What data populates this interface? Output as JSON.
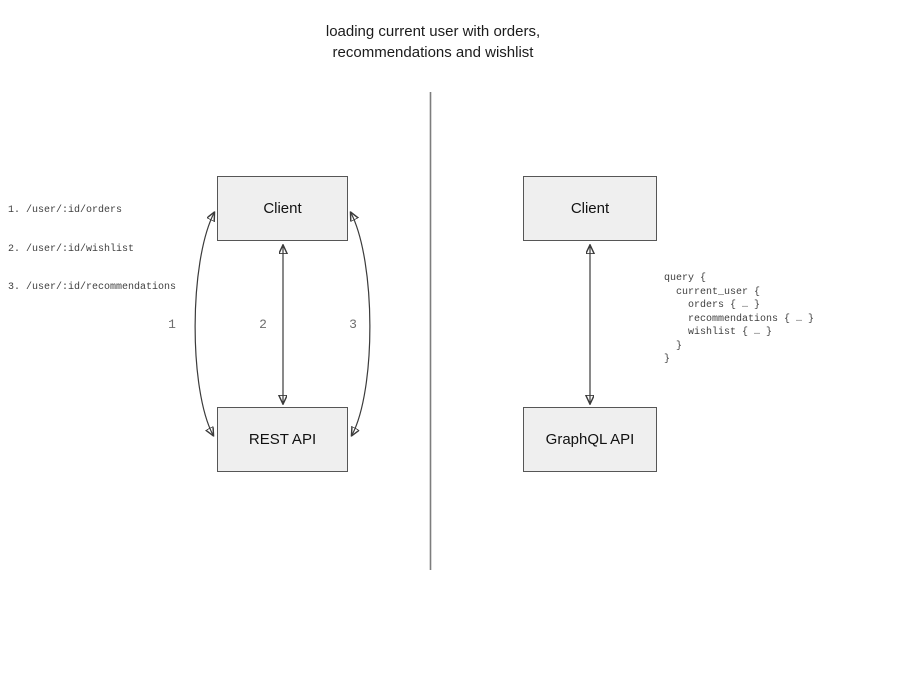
{
  "title": "loading current user with orders,\nrecommendations and wishlist",
  "left_panel": {
    "endpoints": [
      "1. /user/:id/orders",
      "2. /user/:id/wishlist",
      "3. /user/:id/recommendations"
    ],
    "client_label": "Client",
    "api_label": "REST API",
    "arrow_labels": [
      "1",
      "2",
      "3"
    ]
  },
  "right_panel": {
    "client_label": "Client",
    "api_label": "GraphQL API",
    "query": "query {\n  current_user {\n    orders { … }\n    recommendations { … }\n    wishlist { … }\n  }\n}"
  },
  "colors": {
    "box_fill": "#efefef",
    "box_border": "#565656",
    "arrow": "#3b3b3b",
    "divider": "#7d7d7d",
    "label_gray": "#6e6e6e",
    "code_text": "#3f3f3f",
    "title_text": "#1c1c1c"
  }
}
